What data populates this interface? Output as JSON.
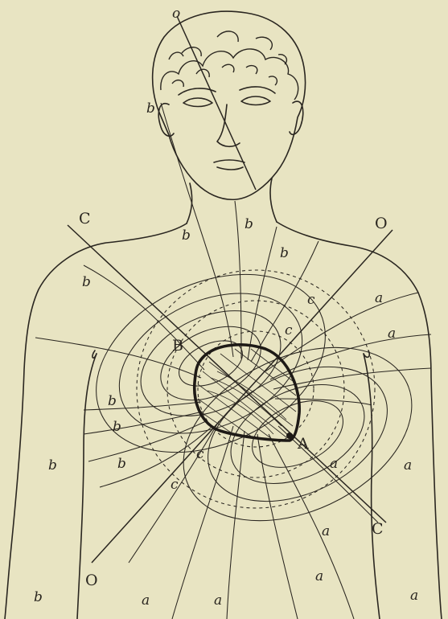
{
  "labels": {
    "axis_cc_top": "C",
    "axis_cc_bottom": "C",
    "axis_oo_top": "O",
    "axis_oo_bottom": "O",
    "head_o": "o",
    "point_b": "B",
    "point_a": "A",
    "region_b": "b",
    "region_a": "a",
    "region_c": "c"
  }
}
